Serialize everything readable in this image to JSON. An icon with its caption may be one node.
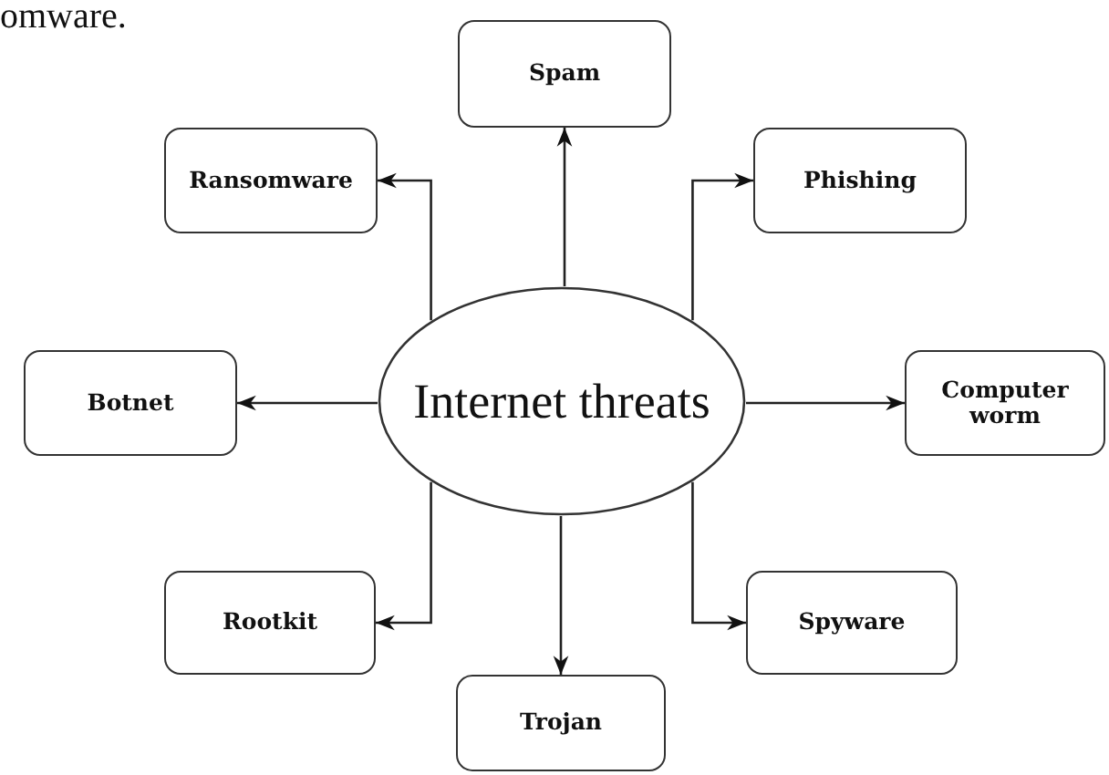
{
  "diagram": {
    "nodes": [
      {
        "text": [
          "Spam"
        ]
      },
      {
        "text": [
          "Ransomware"
        ]
      },
      {
        "text": [
          "Phishing"
        ]
      },
      {
        "text": [
          "Internet threats"
        ]
      },
      {
        "text": [
          "Botnet"
        ]
      },
      {
        "text": [
          "Computer worm"
        ]
      },
      {
        "text": [
          "Rootkit"
        ]
      },
      {
        "text": [
          "Spyware"
        ]
      },
      {
        "text": [
          "Trojan"
        ]
      }
    ],
    "edges": [
      {
        "from": 3,
        "to": 0,
        "arrow": "to"
      },
      {
        "from": 3,
        "to": 1,
        "arrow": "to"
      },
      {
        "from": 3,
        "to": 2,
        "arrow": "to"
      },
      {
        "from": 3,
        "to": 4,
        "arrow": "to"
      },
      {
        "from": 3,
        "to": 5,
        "arrow": "to"
      },
      {
        "from": 3,
        "to": 6,
        "arrow": "to"
      },
      {
        "from": 3,
        "to": 7,
        "arrow": "to"
      },
      {
        "from": 3,
        "to": 8,
        "arrow": "to"
      }
    ],
    "labels": [
      "omware."
    ]
  }
}
